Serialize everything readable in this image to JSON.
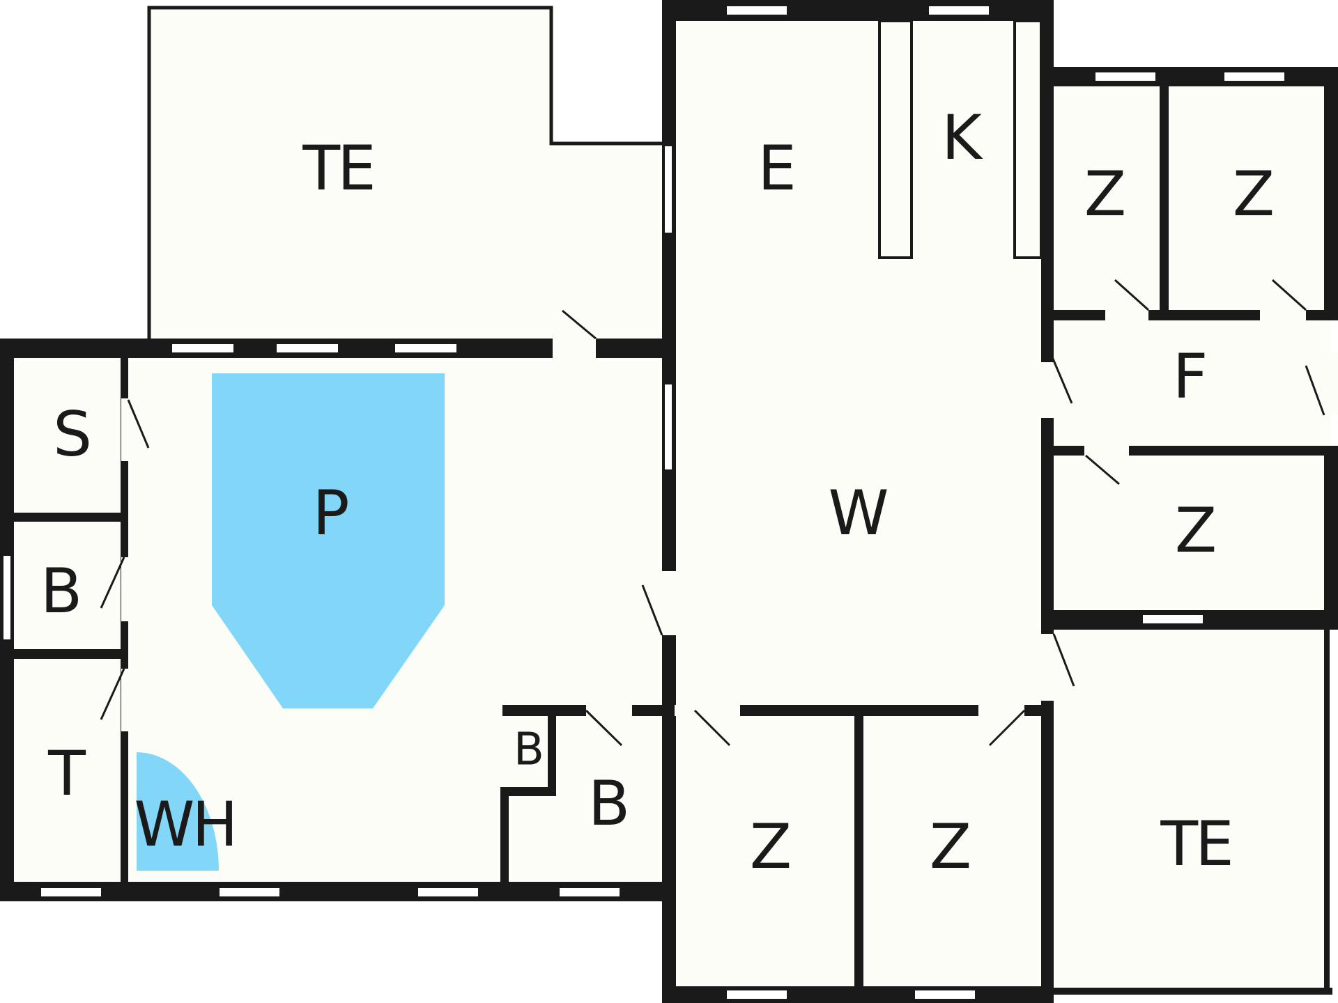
{
  "colors": {
    "floor": "#fdfdf7",
    "wall": "#1a1a1a",
    "window": "#ffffff",
    "water": "#82d6f7",
    "background": "#ffffff"
  },
  "rooms": [
    {
      "id": "terrace-north",
      "label": "TE"
    },
    {
      "id": "entrance",
      "label": "E"
    },
    {
      "id": "kitchen",
      "label": "K"
    },
    {
      "id": "bedroom-ne-1",
      "label": "Z"
    },
    {
      "id": "bedroom-ne-2",
      "label": "Z"
    },
    {
      "id": "sauna",
      "label": "S"
    },
    {
      "id": "pool",
      "label": "P"
    },
    {
      "id": "corridor",
      "label": "F"
    },
    {
      "id": "living",
      "label": "W"
    },
    {
      "id": "bath-west",
      "label": "B"
    },
    {
      "id": "bedroom-east",
      "label": "Z"
    },
    {
      "id": "toilet",
      "label": "T"
    },
    {
      "id": "whirlpool",
      "label": "WH"
    },
    {
      "id": "bath-small",
      "label": "B"
    },
    {
      "id": "bath-south",
      "label": "B"
    },
    {
      "id": "bedroom-south-1",
      "label": "Z"
    },
    {
      "id": "bedroom-south-2",
      "label": "Z"
    },
    {
      "id": "terrace-south",
      "label": "TE"
    }
  ]
}
